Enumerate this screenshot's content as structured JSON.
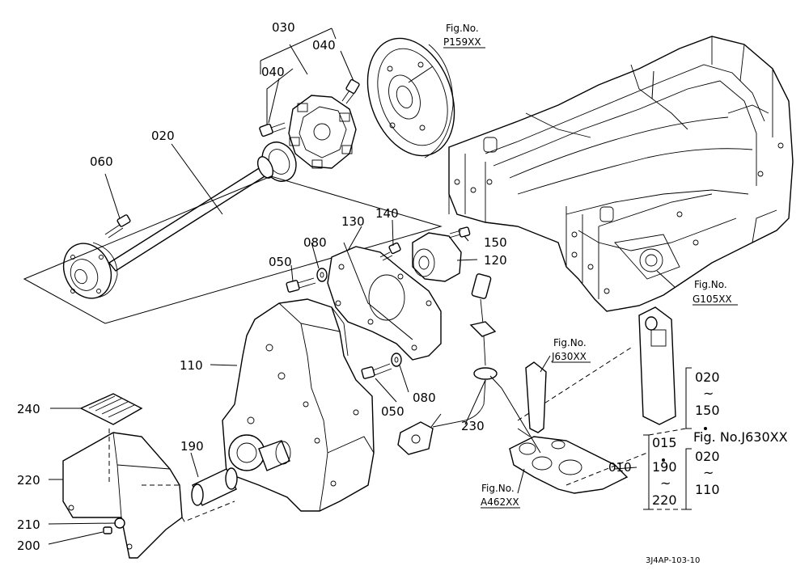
{
  "labels": {
    "p030": "030",
    "p040a": "040",
    "p040b": "040",
    "p020": "020",
    "p060": "060",
    "p130": "130",
    "p140": "140",
    "p150": "150",
    "p120": "120",
    "p080a": "080",
    "p050a": "050",
    "p110": "110",
    "p080b": "080",
    "p050b": "050",
    "p230": "230",
    "p240": "240",
    "p190": "190",
    "p220": "220",
    "p210": "210",
    "p200": "200",
    "p010": "010"
  },
  "refs": {
    "p159_title": "Fig.No.",
    "p159_code": "P159XX",
    "g105_title": "Fig.No.",
    "g105_code": "G105XX",
    "j630_title": "Fig.No.",
    "j630_code": "J630XX",
    "a462_title": "Fig.No.",
    "a462_code": "A462XX"
  },
  "group_table": {
    "upper_from": "020",
    "upper_tilde": "~",
    "upper_to": "150",
    "upper_ref": "Fig. No.J630XX",
    "left_from": "015",
    "left_tilde": "~",
    "left_to": "220",
    "left_mid": "190",
    "right_from": "020",
    "right_tilde": "~",
    "right_to": "110"
  },
  "drawing_code": "3J4AP-103-10"
}
